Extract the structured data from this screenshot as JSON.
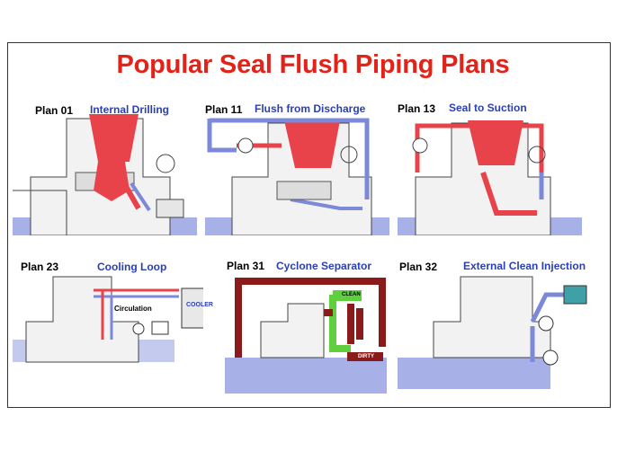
{
  "title": "Popular Seal Flush Piping Plans",
  "colors": {
    "title": "#e2231a",
    "description": "#2b3fb5",
    "hot": "#e8424a",
    "cool": "#7c88d8",
    "clean": "#5fce3f",
    "dirty": "#8b1a1a"
  },
  "panels": [
    {
      "plan": "Plan 01",
      "description": "Internal Drilling"
    },
    {
      "plan": "Plan 11",
      "description": "Flush from Discharge"
    },
    {
      "plan": "Plan 13",
      "description": "Seal to Suction"
    },
    {
      "plan": "Plan 23",
      "description": "Cooling Loop",
      "labels": {
        "circulation": "Circulation",
        "cooler": "COOLER"
      }
    },
    {
      "plan": "Plan 31",
      "description": "Cyclone Separator",
      "labels": {
        "clean": "CLEAN",
        "dirty": "DIRTY"
      }
    },
    {
      "plan": "Plan 32",
      "description": "External Clean Injection"
    }
  ]
}
